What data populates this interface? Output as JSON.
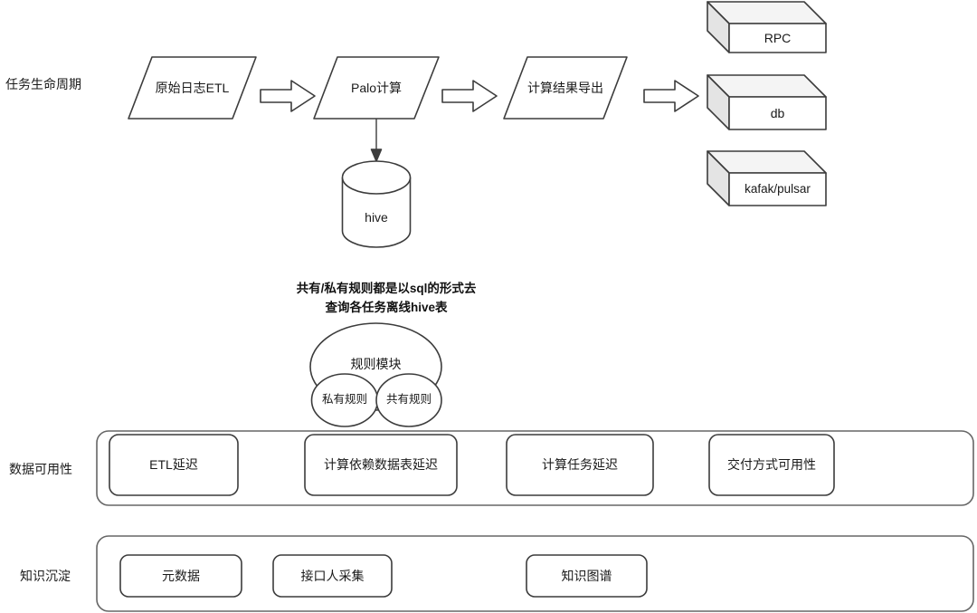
{
  "colors": {
    "background": "#ffffff",
    "shape_stroke": "#3c3c3c",
    "container_stroke": "#666666",
    "shape_fill": "#ffffff",
    "cube_top": "#f4f4f4",
    "cube_side": "#e4e4e4",
    "text": "#1a1a1a"
  },
  "rows": {
    "lifecycle_label": "任务生命周期",
    "availability_label": "数据可用性",
    "knowledge_label": "知识沉淀"
  },
  "lifecycle": {
    "steps": [
      "原始日志ETL",
      "Palo计算",
      "计算结果导出"
    ],
    "store": "hive",
    "sinks": [
      "RPC",
      "db",
      "kafak/pulsar"
    ]
  },
  "rules": {
    "note_line1": "共有/私有规则都是以sql的形式去",
    "note_line2": "查询各任务离线hive表",
    "module": "规则模块",
    "private": "私有规则",
    "shared": "共有规则"
  },
  "availability": {
    "items": [
      "ETL延迟",
      "计算依赖数据表延迟",
      "计算任务延迟",
      "交付方式可用性"
    ]
  },
  "knowledge": {
    "items": [
      "元数据",
      "接口人采集",
      "知识图谱"
    ]
  }
}
